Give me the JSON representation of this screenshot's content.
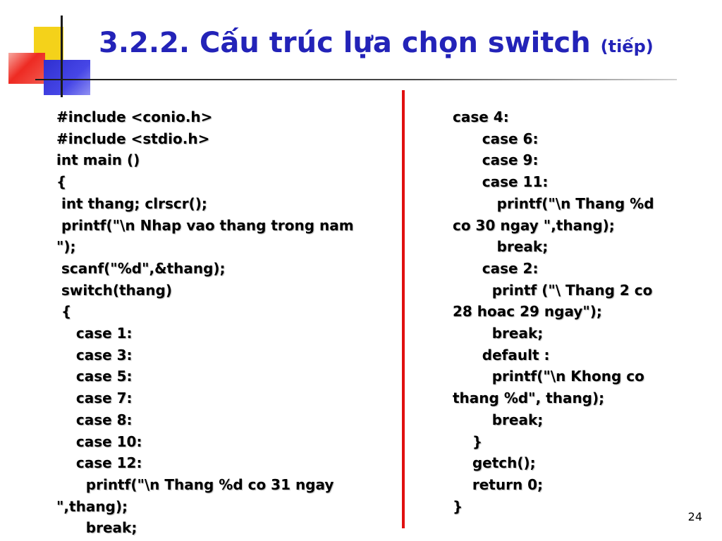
{
  "slide": {
    "title_main": "3.2.2. Cấu trúc lựa chọn switch",
    "title_sub": "(tiếp)",
    "page_number": "24"
  },
  "code_left": [
    "#include <conio.h>",
    "#include <stdio.h>",
    "int main ()",
    "{",
    " int thang; clrscr();",
    " printf(\"\\n Nhap vao thang trong nam",
    "\");",
    " scanf(\"%d\",&thang);",
    " switch(thang)",
    " {",
    "    case 1:",
    "    case 3:",
    "    case 5:",
    "    case 7:",
    "    case 8:",
    "    case 10:",
    "    case 12:",
    "      printf(\"\\n Thang %d co 31 ngay",
    "\",thang);",
    "      break;"
  ],
  "code_right": [
    "case 4:",
    "      case 6:",
    "      case 9:",
    "      case 11:",
    "         printf(\"\\n Thang %d",
    "co 30 ngay \",thang);",
    "         break;",
    "      case 2:",
    "        printf (\"\\ Thang 2 co",
    "28 hoac 29 ngay\");",
    "        break;",
    "      default :",
    "        printf(\"\\n Khong co",
    "thang %d\", thang);",
    "        break;",
    "    }",
    "    getch();",
    "    return 0;",
    "}"
  ]
}
